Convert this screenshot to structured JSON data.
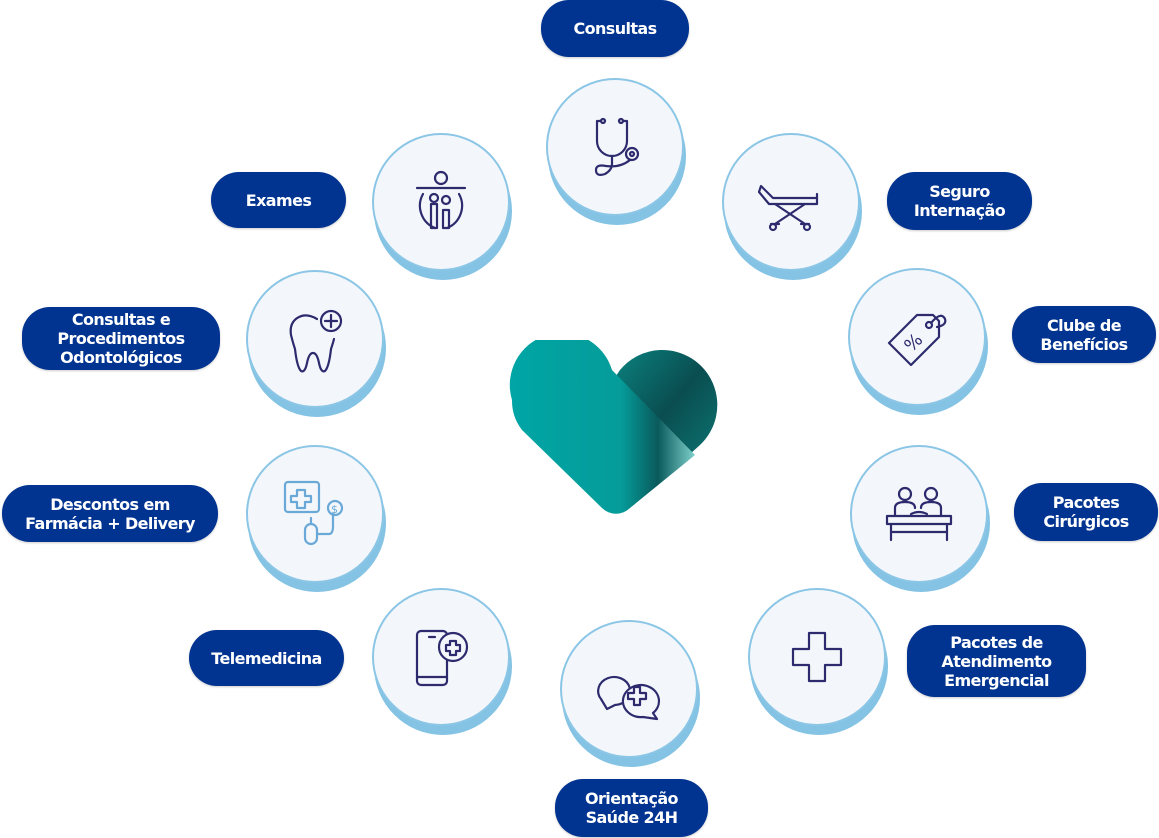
{
  "center_logo": {
    "icon": "heart-logo",
    "colors": [
      "#00a3a3",
      "#0b5c5e"
    ]
  },
  "label_color": "#013390",
  "services": [
    {
      "label": "Consultas",
      "icon": "stethoscope-icon"
    },
    {
      "label": "Exames",
      "icon": "exam-icon"
    },
    {
      "label": "Seguro\nInternação",
      "icon": "hospital-bed-icon"
    },
    {
      "label": "Consultas e\nProcedimentos\nOdontológicos",
      "icon": "tooth-icon"
    },
    {
      "label": "Clube de\nBenefícios",
      "icon": "discount-tag-icon"
    },
    {
      "label": "Descontos em\nFarmácia + Delivery",
      "icon": "pharmacy-delivery-icon"
    },
    {
      "label": "Pacotes\nCirúrgicos",
      "icon": "surgeons-icon"
    },
    {
      "label": "Telemedicina",
      "icon": "phone-medical-icon"
    },
    {
      "label": "Pacotes de\nAtendimento\nEmergencial",
      "icon": "medical-cross-icon"
    },
    {
      "label": "Orientação\nSaúde 24H",
      "icon": "chat-medical-icon"
    }
  ]
}
